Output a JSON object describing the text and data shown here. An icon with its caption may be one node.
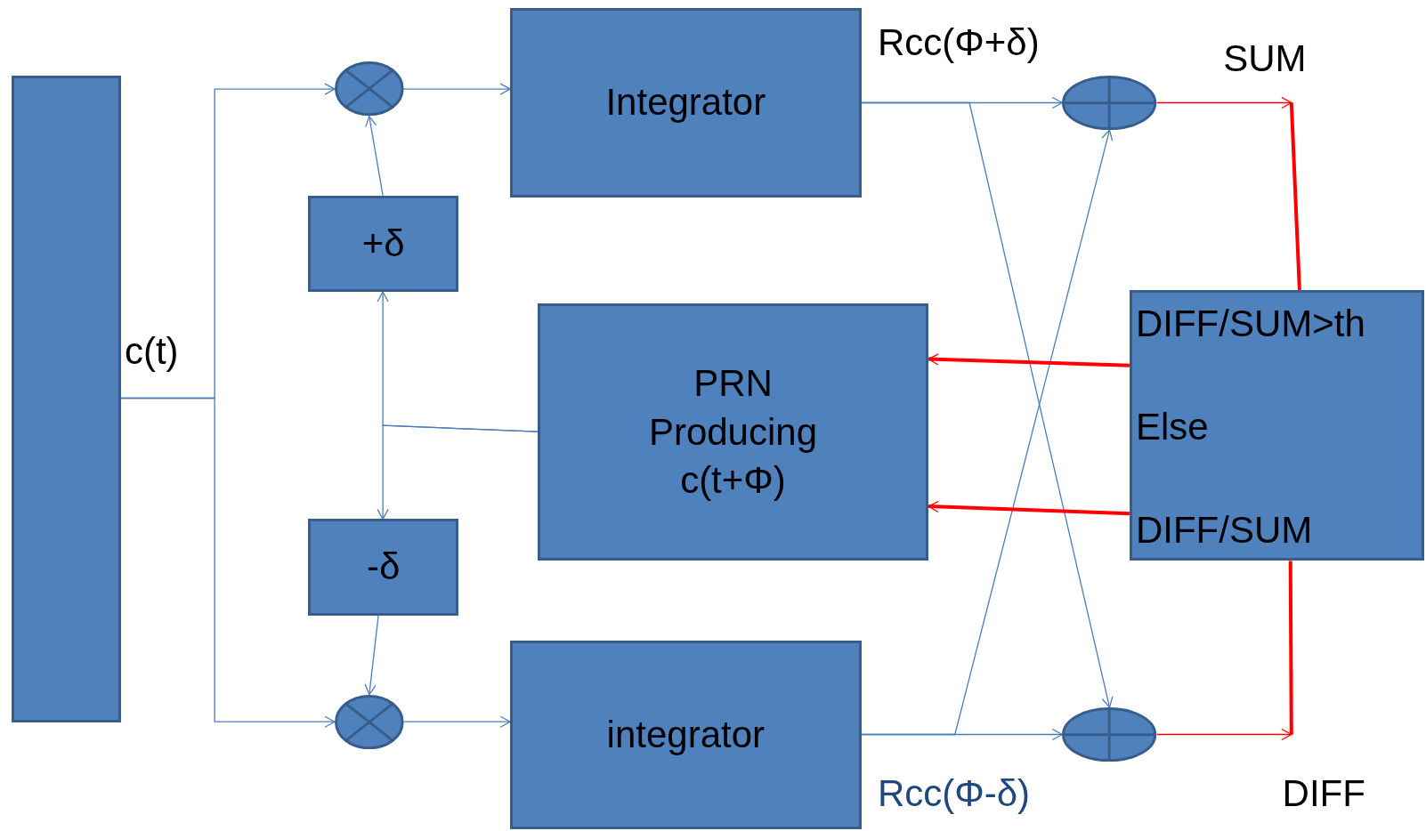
{
  "diagram": {
    "nodes": [
      {
        "text": [],
        "shape": "box"
      },
      {
        "text": [],
        "shape": "circle"
      },
      {
        "text": [
          "Integrator"
        ]
      },
      {
        "text": [
          "+δ"
        ]
      },
      {
        "text": [
          "PRN Producing c(t+Φ)"
        ]
      },
      {
        "text": [
          "-δ"
        ]
      },
      {
        "text": [],
        "shape": "circle"
      },
      {
        "text": [
          "integrator"
        ]
      },
      {
        "text": [],
        "shape": "circle"
      },
      {
        "text": [],
        "shape": "circle"
      },
      {
        "text": [
          "DIFF/SUM>th",
          "Else",
          "DIFF/SUM"
        ]
      }
    ],
    "edges": [
      {
        "from": 0,
        "to": 1,
        "arrow": "to"
      },
      {
        "from": 0,
        "to": 6,
        "arrow": "to"
      },
      {
        "from": 3,
        "to": 1,
        "arrow": "to"
      },
      {
        "from": 1,
        "to": 2,
        "arrow": "to"
      },
      {
        "from": 4,
        "to": 3,
        "arrow": "to"
      },
      {
        "from": 4,
        "to": 5,
        "arrow": "to"
      },
      {
        "from": 5,
        "to": 6,
        "arrow": "to"
      },
      {
        "from": 6,
        "to": 7,
        "arrow": "to"
      },
      {
        "from": 2,
        "to": 8,
        "arrow": "to"
      },
      {
        "from": 2,
        "to": 9,
        "arrow": "to"
      },
      {
        "from": 7,
        "to": 9,
        "arrow": "to"
      },
      {
        "from": 7,
        "to": 8,
        "arrow": "to"
      },
      {
        "from": 8,
        "to": null,
        "arrow": "to",
        "color": "#ff0000"
      },
      {
        "from": 10,
        "to": null,
        "arrow": "none",
        "style": "thick",
        "color": "#ff0000"
      },
      {
        "from": 9,
        "to": null,
        "arrow": "to",
        "color": "#ff0000"
      },
      {
        "from": 10,
        "to": null,
        "arrow": "none",
        "style": "thick",
        "color": "#ff0000"
      },
      {
        "from": 10,
        "to": 4,
        "arrow": "to",
        "style": "thick",
        "color": "#ff0000"
      },
      {
        "from": 10,
        "to": 4,
        "arrow": "to",
        "style": "thick",
        "color": "#ff0000"
      }
    ],
    "labels": [
      "c(t)",
      "Rcc(Φ+δ)",
      "SUM",
      "Rcc(Φ-δ)",
      "DIFF"
    ]
  }
}
